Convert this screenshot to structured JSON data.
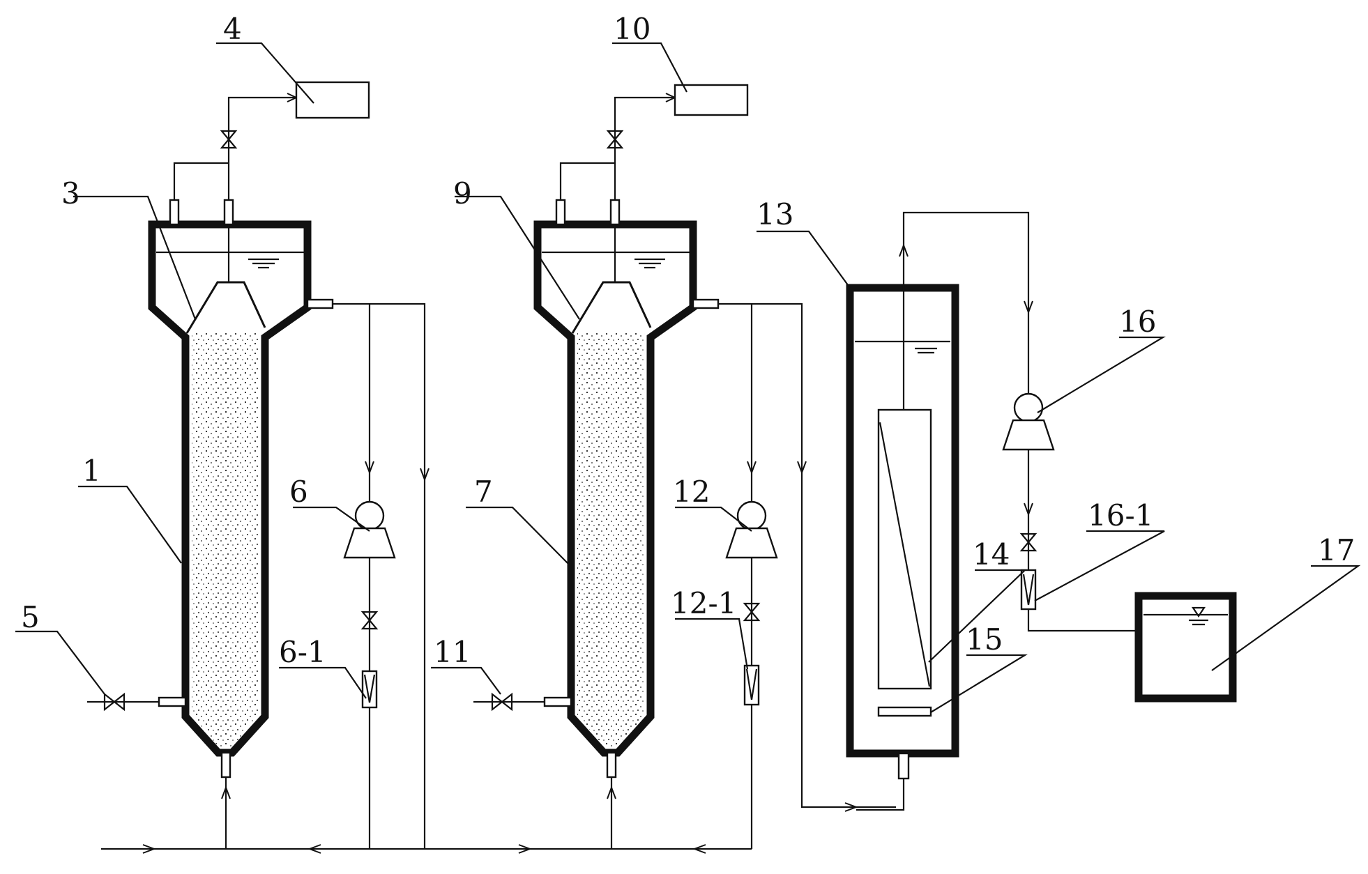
{
  "labels": {
    "l1": "1",
    "l3": "3",
    "l4": "4",
    "l5": "5",
    "l6": "6",
    "l6_1": "6-1",
    "l7": "7",
    "l9": "9",
    "l10": "10",
    "l11": "11",
    "l12": "12",
    "l12_1": "12-1",
    "l13": "13",
    "l14": "14",
    "l15": "15",
    "l16": "16",
    "l16_1": "16-1",
    "l17": "17"
  },
  "colors": {
    "line": "#111111",
    "background": "#ffffff"
  }
}
